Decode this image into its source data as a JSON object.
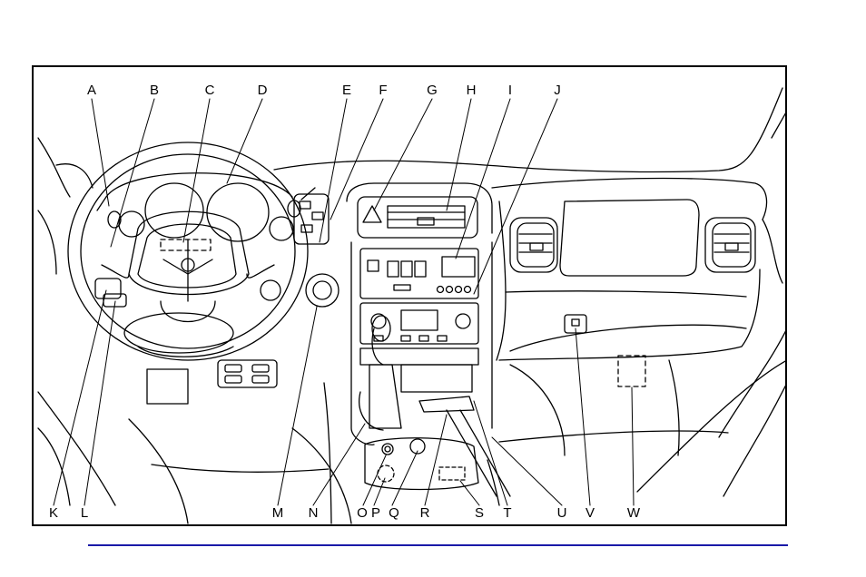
{
  "figure": {
    "subject": "Instrument panel line drawing",
    "top_labels": [
      "A",
      "B",
      "C",
      "D",
      "E",
      "F",
      "G",
      "H",
      "I",
      "J"
    ],
    "bottom_labels": [
      "K",
      "L",
      "M",
      "N",
      "O",
      "P",
      "Q",
      "R",
      "S",
      "T",
      "U",
      "V",
      "W"
    ]
  },
  "colors": {
    "line": "#000000",
    "footer_rule": "#1a1aa8",
    "background": "#ffffff"
  }
}
